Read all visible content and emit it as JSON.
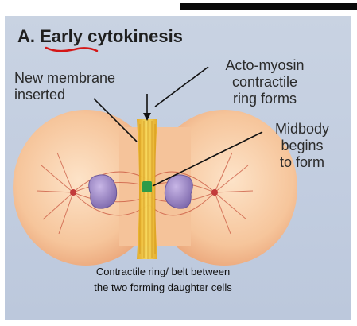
{
  "title": {
    "prefix": "A.",
    "underlined": "Early",
    "suffix": "cytokinesis"
  },
  "labels": {
    "new_membrane": [
      "New membrane",
      "inserted"
    ],
    "acto_myosin": [
      "Acto-myosin",
      "contractile",
      "ring forms"
    ],
    "midbody": [
      "Midbody",
      "begins",
      "to form"
    ]
  },
  "caption": [
    "Contractile ring/ belt between",
    "the two forming daughter cells"
  ],
  "colors": {
    "cell": "#f3c29a",
    "cell_edge": "#e9a77a",
    "ring": "#f2c12e",
    "nucleus": "#9b86c4",
    "spindle": "#c6503e",
    "midbody": "#2e9b48",
    "underline": "#d41616"
  }
}
